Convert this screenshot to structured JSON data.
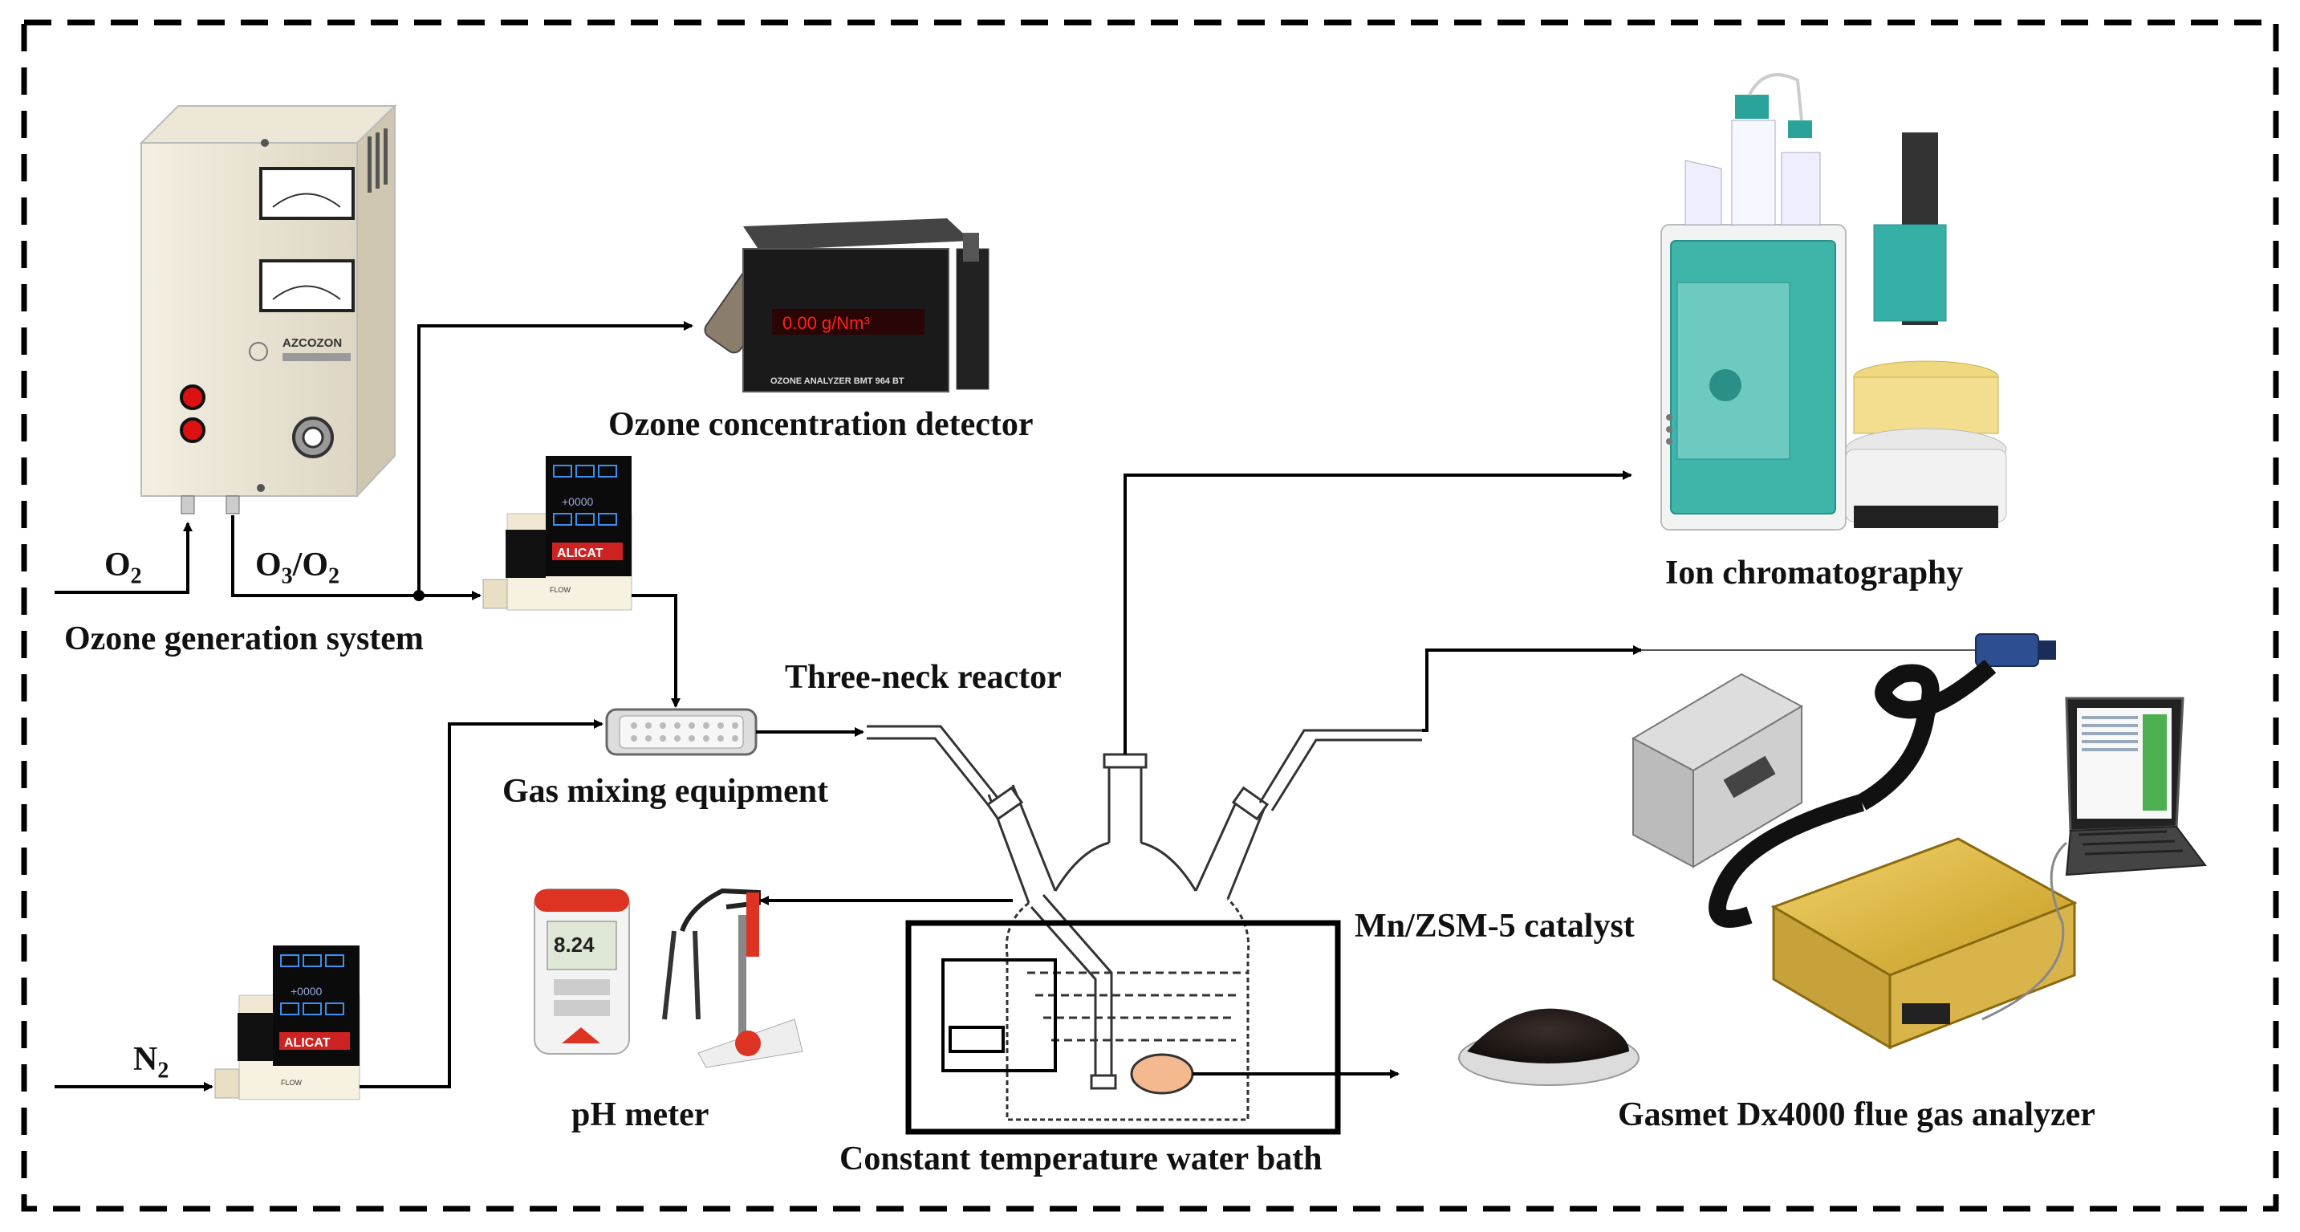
{
  "labels": {
    "ozone_generation_system": "Ozone generation system",
    "ozone_detector": "Ozone concentration detector",
    "gas_mixing": "Gas mixing equipment",
    "three_neck_reactor": "Three-neck reactor",
    "ion_chromatography": "Ion chromatography",
    "ph_meter": "pH meter",
    "water_bath": "Constant temperature water bath",
    "catalyst": "Mn/ZSM-5 catalyst",
    "flue_gas_analyzer": "Gasmet Dx4000 flue gas analyzer"
  },
  "gases": {
    "o2": "O",
    "o2_sub": "2",
    "o3": "O",
    "o3_sub": "3",
    "o3_slash": "/O",
    "o3o2_sub": "2",
    "n2": "N",
    "n2_sub": "2"
  },
  "device_text": {
    "generator_brand": "AZCOZON",
    "detector_reading": "0.00 g/Nm³",
    "detector_model": "OZONE ANALYZER BMT 964 BT",
    "mfc_brand": "ALICAT",
    "mfc_reading": "+0000",
    "mfc_flow": "FLOW",
    "ph_reading": "8.24"
  },
  "colors": {
    "line": "#000000",
    "border_dash": "#000000",
    "catalyst_fill": "#f5b990",
    "ic_teal": "#2aa39a",
    "analyzer_gold": "#e8c24a"
  }
}
